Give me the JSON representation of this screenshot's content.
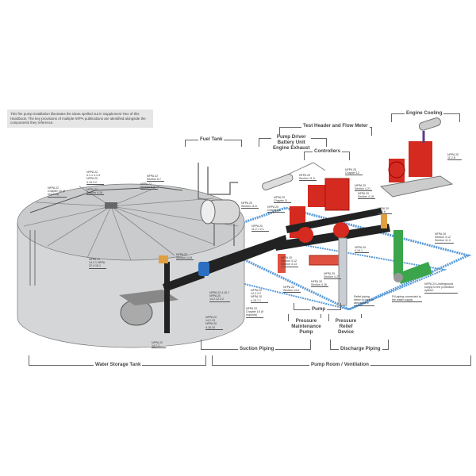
{
  "intro_text": "This fire pump installation illustrates the ideas spelled out in Supplement Two of this Handbook. The key provisions of multiple NFPA publications are identified alongside the components they reference.",
  "sections": {
    "fuel_tank": "Fuel Tank",
    "test_header": "Test Header and Flow Meter",
    "pump_driver": "Pump Driver",
    "battery_unit": "Battery Unit",
    "engine_exhaust": "Engine Exhaust",
    "controllers": "Controllers",
    "engine_cooling": "Engine Cooling",
    "pump": "Pump",
    "pressure_maintenance_pump": "Pressure Maintenance Pump",
    "pressure_relief_device": "Pressure Relief Device",
    "suction_piping": "Suction Piping",
    "discharge_piping": "Discharge Piping",
    "water_storage_tank": "Water Storage Tank",
    "pump_room": "Pump Room / Ventilation"
  },
  "callouts": [
    "NFPA 22 Chapter 16 (if required)",
    "NFPA 22 4.1.1 4.1.3 NFPA 20 4.15.3.2",
    "NFPA 22 Section 4.15",
    "NFPA 22 Section 6.7",
    "NFPA 22 Section 5.7",
    "NFPA 20 Section 11.6",
    "NFPA 20 Chapter 11",
    "NFPA 20 Chapter 6",
    "NFPA 20 Section 11.5",
    "NFPA 20 Chapter 12",
    "NFPA 20 Section 4.21",
    "NFPA 20 Section 4.18",
    "NFPA 20 11.2.8",
    "NFPA 20 11.2.7.2.1",
    "NFPA 20 4.10.6",
    "NFPA 20 Section 4.12 Section 11.3",
    "NFPA 20 4.10.1",
    "NFPA 22 Section 14.8",
    "NFPA 20 Section 4.12 Section 4.13",
    "NFPA 20 Section 4.27",
    "NFPA 20 Section 4.26",
    "NFPA 22 Section 14.6",
    "Relief piping return to tank or atmosphere",
    "Fill piping connected to the water supply",
    "NFPA 24 Underground supply to the protection system",
    "NFPA 22 14.2.1 NFPA 22 4.15.1",
    "NFPA 22 4.10.7 NFPA 20 14.2.12.3.2",
    "NFPA 22 14.2.2.2 NFPA 20 4.15.7.1",
    "NFPA 22 Chapter 15 (if required)",
    "NFPA 22 14.2.13 NFPA 20 4.15.10",
    "NFPA 22 14.7.2"
  ],
  "colors": {
    "pump_red": "#d42a1f",
    "pipe_black": "#222222",
    "room_blue": "#5a9bd8",
    "supply_green": "#3aa54a",
    "tank_gray": "#d4d6d8",
    "fitting_orange": "#e0a040"
  }
}
